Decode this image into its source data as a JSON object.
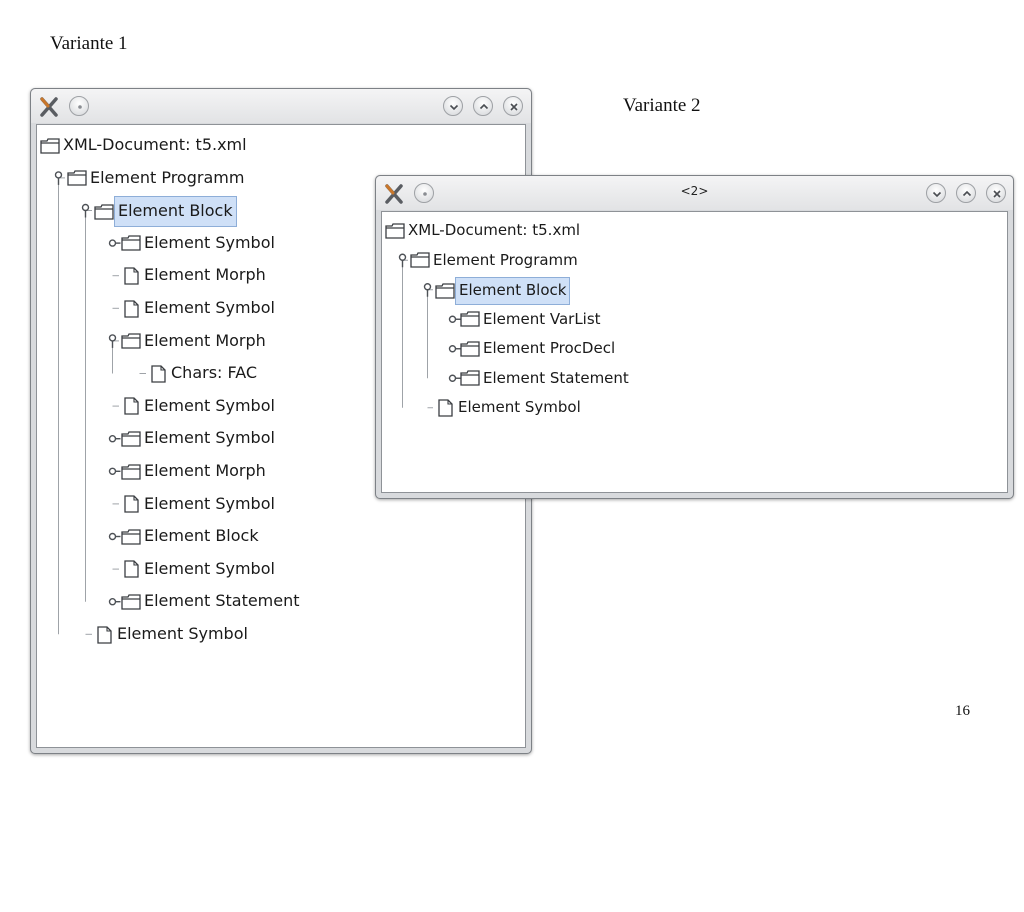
{
  "captions": {
    "variante1": "Variante 1",
    "variante2": "Variante 2"
  },
  "page_number": "16",
  "window1": {
    "title": "",
    "icons": [
      "app-x-icon",
      "menu-dot-icon",
      "minimize-icon",
      "maximize-icon",
      "close-icon"
    ],
    "tree": [
      {
        "label": "XML-Document: t5.xml",
        "depth": 0,
        "kind": "folder",
        "handle": "none"
      },
      {
        "label": "Element Programm",
        "depth": 1,
        "kind": "folder",
        "handle": "expanded"
      },
      {
        "label": "Element Block",
        "depth": 2,
        "kind": "folder",
        "handle": "expanded",
        "selected": true
      },
      {
        "label": "Element Symbol",
        "depth": 3,
        "kind": "folder",
        "handle": "collapsed"
      },
      {
        "label": "Element Morph",
        "depth": 3,
        "kind": "file",
        "handle": "leaf"
      },
      {
        "label": "Element Symbol",
        "depth": 3,
        "kind": "file",
        "handle": "leaf"
      },
      {
        "label": "Element Morph",
        "depth": 3,
        "kind": "folder",
        "handle": "expanded"
      },
      {
        "label": "Chars: FAC",
        "depth": 4,
        "kind": "file",
        "handle": "leaf"
      },
      {
        "label": "Element Symbol",
        "depth": 3,
        "kind": "file",
        "handle": "leaf"
      },
      {
        "label": "Element Symbol",
        "depth": 3,
        "kind": "folder",
        "handle": "collapsed"
      },
      {
        "label": "Element Morph",
        "depth": 3,
        "kind": "folder",
        "handle": "collapsed"
      },
      {
        "label": "Element Symbol",
        "depth": 3,
        "kind": "file",
        "handle": "leaf"
      },
      {
        "label": "Element Block",
        "depth": 3,
        "kind": "folder",
        "handle": "collapsed"
      },
      {
        "label": "Element Symbol",
        "depth": 3,
        "kind": "file",
        "handle": "leaf"
      },
      {
        "label": "Element Statement",
        "depth": 3,
        "kind": "folder",
        "handle": "collapsed"
      },
      {
        "label": "Element Symbol",
        "depth": 2,
        "kind": "file",
        "handle": "leaf"
      }
    ]
  },
  "window2": {
    "title": "<2>",
    "icons": [
      "app-x-icon",
      "menu-dot-icon",
      "minimize-icon",
      "maximize-icon",
      "close-icon"
    ],
    "tree": [
      {
        "label": "XML-Document: t5.xml",
        "depth": 0,
        "kind": "folder",
        "handle": "none"
      },
      {
        "label": "Element Programm",
        "depth": 1,
        "kind": "folder",
        "handle": "expanded"
      },
      {
        "label": "Element Block",
        "depth": 2,
        "kind": "folder",
        "handle": "expanded",
        "selected": true
      },
      {
        "label": "Element VarList",
        "depth": 3,
        "kind": "folder",
        "handle": "collapsed"
      },
      {
        "label": "Element ProcDecl",
        "depth": 3,
        "kind": "folder",
        "handle": "collapsed"
      },
      {
        "label": "Element Statement",
        "depth": 3,
        "kind": "folder",
        "handle": "collapsed"
      },
      {
        "label": "Element Symbol",
        "depth": 2,
        "kind": "file",
        "handle": "leaf"
      }
    ]
  }
}
